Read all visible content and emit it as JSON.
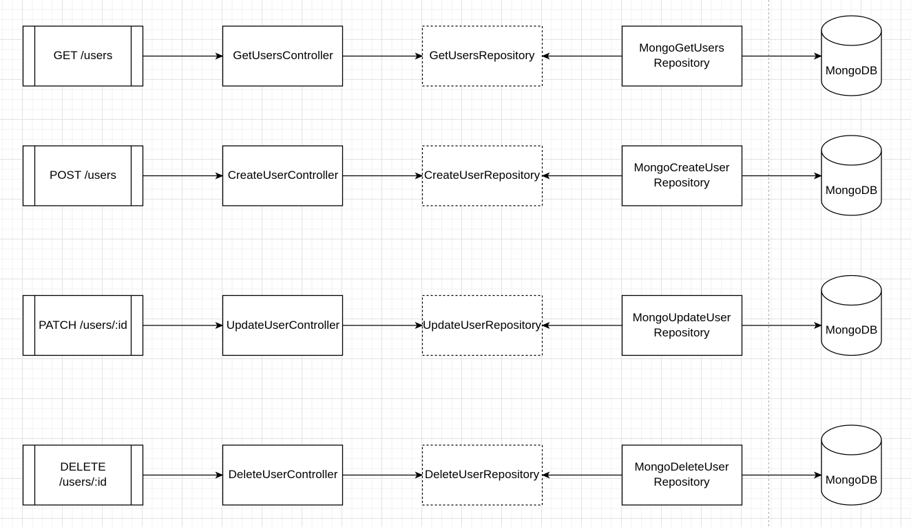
{
  "diagram": {
    "rows": [
      {
        "endpoint": "GET /users",
        "controller": "GetUsersController",
        "repository": "GetUsersRepository",
        "implementation": "MongoGetUsers\nRepository",
        "database": "MongoDB"
      },
      {
        "endpoint": "POST /users",
        "controller": "CreateUserController",
        "repository": "CreateUserRepository",
        "implementation": "MongoCreateUser\nRepository",
        "database": "MongoDB"
      },
      {
        "endpoint": "PATCH /users/:id",
        "controller": "UpdateUserController",
        "repository": "UpdateUserRepository",
        "implementation": "MongoUpdateUser\nRepository",
        "database": "MongoDB"
      },
      {
        "endpoint": "DELETE\n/users/:id",
        "controller": "DeleteUserController",
        "repository": "DeleteUserRepository",
        "implementation": "MongoDeleteUser\nRepository",
        "database": "MongoDB"
      }
    ]
  }
}
